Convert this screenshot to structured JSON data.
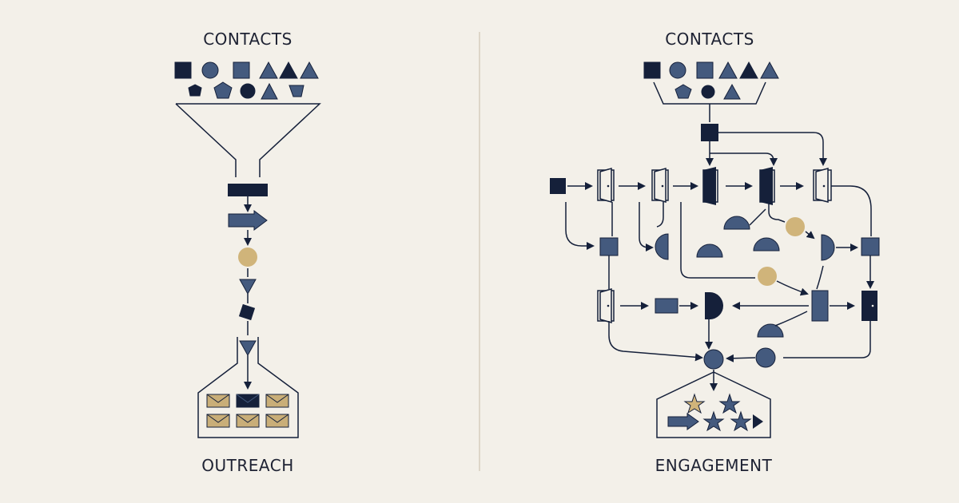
{
  "left_panel": {
    "top_label": "CONTACTS",
    "bottom_label": "OUTREACH"
  },
  "right_panel": {
    "top_label": "CONTACTS",
    "bottom_label": "ENGAGEMENT"
  },
  "colors": {
    "background": "#F3F0E9",
    "navy": "#15203A",
    "slate": "#445A7E",
    "gold": "#D0B47A",
    "ink": "#1E2233",
    "divider": "#D6CEBE",
    "envelope": "#C9AE78"
  }
}
